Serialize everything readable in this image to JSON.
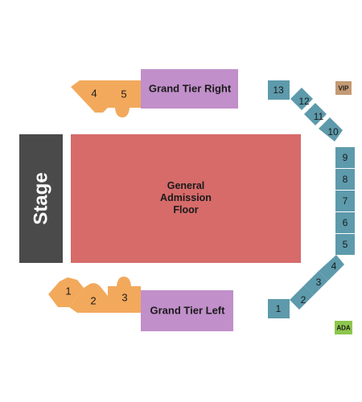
{
  "stage": {
    "label": "Stage",
    "color": "#4a4a4a"
  },
  "floor": {
    "lines": [
      "General",
      "Admission",
      "Floor"
    ],
    "color": "#d66b6a"
  },
  "grand_tier_right": {
    "label": "Grand Tier Right",
    "color": "#c18fca"
  },
  "grand_tier_left": {
    "label": "Grand Tier Left",
    "color": "#c18fca"
  },
  "orange_sections": {
    "color": "#f2a95c",
    "top": [
      "4",
      "5"
    ],
    "bottom": [
      "1",
      "2",
      "3"
    ]
  },
  "teal_sections": {
    "color": "#5d9aab",
    "labels": [
      "13",
      "12",
      "11",
      "10",
      "9",
      "8",
      "7",
      "6",
      "5",
      "4",
      "3",
      "2",
      "1"
    ]
  },
  "vip": {
    "label": "VIP",
    "color": "#c49a74"
  },
  "ada": {
    "label": "ADA",
    "color": "#8cc64e"
  },
  "icons": {
    "stage": "stage-block",
    "vip": "vip-tag",
    "ada": "accessible-tag"
  }
}
